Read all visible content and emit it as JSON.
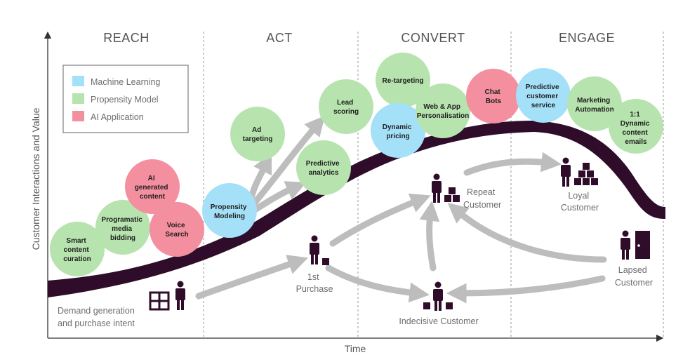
{
  "colors": {
    "ml": "#a4e0f7",
    "propensity": "#b7e3ae",
    "ai": "#f48fa0",
    "curve": "#2f0d2a",
    "arrow": "#bdbdbd",
    "figure": "#2f0d2a",
    "divider": "#9a9a9a"
  },
  "axes": {
    "y_label": "Customer Interactions and Value",
    "x_label": "Time"
  },
  "stages": [
    "REACH",
    "ACT",
    "CONVERT",
    "ENGAGE"
  ],
  "legend": {
    "items": [
      {
        "label": "Machine Learning",
        "type": "ml"
      },
      {
        "label": "Propensity Model",
        "type": "propensity"
      },
      {
        "label": "AI  Application",
        "type": "ai"
      }
    ]
  },
  "bubbles": [
    {
      "type": "propensity",
      "lines": [
        "Smart",
        "content",
        "curation"
      ]
    },
    {
      "type": "propensity",
      "lines": [
        "Programatic",
        "media",
        "bidding"
      ]
    },
    {
      "type": "ai",
      "lines": [
        "AI",
        "generated",
        "content"
      ]
    },
    {
      "type": "ai",
      "lines": [
        "Voice",
        "Search"
      ]
    },
    {
      "type": "ml",
      "lines": [
        "Propensity",
        "Modeling"
      ]
    },
    {
      "type": "propensity",
      "lines": [
        "Ad",
        "targeting"
      ]
    },
    {
      "type": "propensity",
      "lines": [
        "Predictive",
        "analytics"
      ]
    },
    {
      "type": "propensity",
      "lines": [
        "Lead",
        "scoring"
      ]
    },
    {
      "type": "propensity",
      "lines": [
        "Re-targeting"
      ]
    },
    {
      "type": "ml",
      "lines": [
        "Dynamic",
        "pricing"
      ]
    },
    {
      "type": "propensity",
      "lines": [
        "Web & App",
        "Personalisation"
      ]
    },
    {
      "type": "ai",
      "lines": [
        "Chat",
        "Bots"
      ]
    },
    {
      "type": "ml",
      "lines": [
        "Predictive",
        "customer",
        "service"
      ]
    },
    {
      "type": "propensity",
      "lines": [
        "Marketing",
        "Automation"
      ]
    },
    {
      "type": "propensity",
      "lines": [
        "1:1",
        "Dynamic",
        "content",
        "emails"
      ]
    }
  ],
  "personas": [
    {
      "lines": [
        "Demand generation",
        "and purchase intent"
      ],
      "icon": "person-with-window-icon"
    },
    {
      "lines": [
        "1st",
        "Purchase"
      ],
      "icon": "person-with-box-icon"
    },
    {
      "lines": [
        "Indecisive Customer"
      ],
      "icon": "person-with-boxes-icon"
    },
    {
      "lines": [
        "Repeat",
        "Customer"
      ],
      "icon": "person-with-boxes-icon"
    },
    {
      "lines": [
        "Loyal",
        "Customer"
      ],
      "icon": "person-with-box-stack-icon"
    },
    {
      "lines": [
        "Lapsed",
        "Customer"
      ],
      "icon": "person-with-door-icon"
    }
  ]
}
